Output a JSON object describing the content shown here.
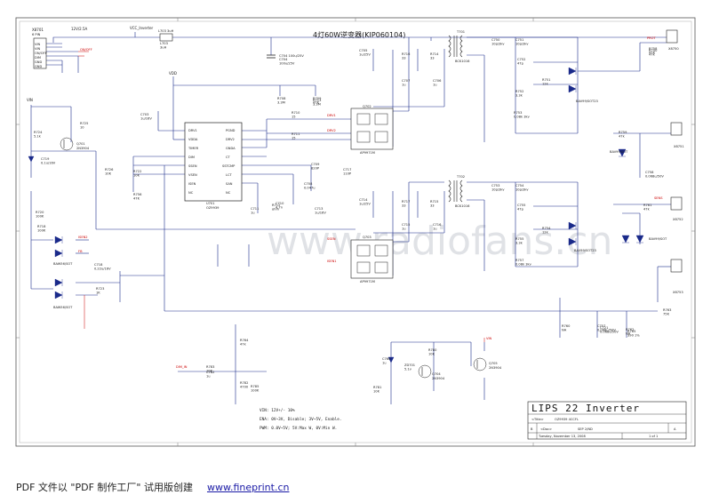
{
  "schematic": {
    "title": "4灯60W逆变器(KIP060104)",
    "connector": {
      "ref": "X8701",
      "type": "6 PIN",
      "pins": [
        "VIN",
        "VIN",
        "ON/OFF",
        "DIM",
        "GND",
        "GND"
      ]
    },
    "power_in": "12V/2.5A",
    "vcc_label": "VCC_Inverter",
    "vin_label": "VIN",
    "vdd_label": "VDD",
    "ic": {
      "ref": "U701",
      "part": "OZ9939",
      "left_pins": [
        "DRV1",
        "VDDA",
        "TIMER",
        "DIM",
        "SSEN",
        "VSEN",
        "ISEN",
        "NC"
      ],
      "right_pins": [
        "PGND",
        "DRV2",
        "GNDA",
        "CT",
        "SSTCMP",
        "LCT",
        "SAN",
        "NC"
      ]
    },
    "mosfets": [
      {
        "ref": "Q702",
        "part": "AP9971M"
      },
      {
        "ref": "Q703",
        "part": "AP9971M"
      }
    ],
    "transformers": [
      {
        "ref": "T701",
        "part": "BCK1016"
      },
      {
        "ref": "T702",
        "part": "BCK1016"
      }
    ],
    "connectors_out": [
      "X8750",
      "X8751",
      "X8752",
      "X8753"
    ],
    "diodes": [
      "BAV99/SOT23",
      "BAV99/SOT23",
      "BAV99/SOT",
      "BAV99/SOT",
      "BAW56/SOT",
      "BAW56/SOT"
    ],
    "transistors": [
      {
        "ref": "Q701",
        "part": "2N3904"
      },
      {
        "ref": "Q704",
        "part": "2N3904"
      },
      {
        "ref": "Q705",
        "part": "2N3904"
      }
    ],
    "parts": [
      "L703 3uH",
      "C704 100u/25V",
      "C705 1u/25V",
      "R716 33",
      "R714 33",
      "C707 1u",
      "C706 1u",
      "R708 3.3M",
      "R709 47K",
      "R710 15",
      "R711 15",
      "C703 1u/16V",
      "C709 820P",
      "C717 110P",
      "C708 0.047u",
      "R712 ohm",
      "C711 1u",
      "C710 4.7n",
      "R756 47K",
      "C713 1u/16V",
      "R713 3.3M",
      "C714 1u/25V",
      "R717 33",
      "R715 33",
      "C715 1u",
      "C716 1u",
      "R722 10K",
      "C718 0.22u/16V",
      "R723 1K",
      "C719 0.1u/16V",
      "R724 5.1k",
      "R725 10",
      "R726 10K",
      "R718 100K",
      "R720 100K",
      "C721 0.068u/50V",
      "C750 10p/3kv",
      "C751 10p/3kv",
      "C752 47p",
      "R750 47k",
      "R751 12k",
      "R752 3.3k",
      "R753 0.08k 3kv",
      "C753 10p/3kv",
      "C754 10p/3kv",
      "C755 47p",
      "R754 12k",
      "R755 3.3k",
      "R757 0.08k 3kv",
      "R758 47K",
      "R759 47k",
      "R760 NA",
      "R761 47k",
      "R762 NA",
      "C757 0.068u/50V",
      "R765 390 1%",
      "C758 0.068u/50V",
      "R763 75K",
      "R764 47k",
      "R783 10K",
      "R782 4700",
      "R785 100K",
      "C760 1u",
      "ZD701 5.1v",
      "R781 10K",
      "R780 10K",
      "C782 1u"
    ],
    "net_labels": [
      "ON/OFF",
      "DIM_IN",
      "DRV1",
      "DRV2",
      "SSEN",
      "ISEN1",
      "ISEN2",
      "FB",
      "PROT",
      "SENS",
      "VIN"
    ],
    "notes": [
      "VIN: 12V+/- 10%",
      "ENA: 0V~3V, Disable; 3V~5V, Enable.",
      "PWM: 0.0V~5V;  5V:Max W,  0V:Min W."
    ],
    "title_block": {
      "product": "LIPS 22  Inverter",
      "title_label": "<Title>",
      "title_value": "OZ9939 4CCFL",
      "size_label": "B",
      "doc_label": "<Doc>",
      "doc_value": "SEP 2/ND",
      "rev": "A",
      "date_label": "Tuesday, November 13, 2008",
      "sheet": "1 of 1"
    }
  },
  "watermark": "www.radiofans.cn",
  "footer": {
    "text": "PDF 文件以 \"PDF 制作工厂\" 试用版创建",
    "link": "www.fineprint.cn"
  }
}
